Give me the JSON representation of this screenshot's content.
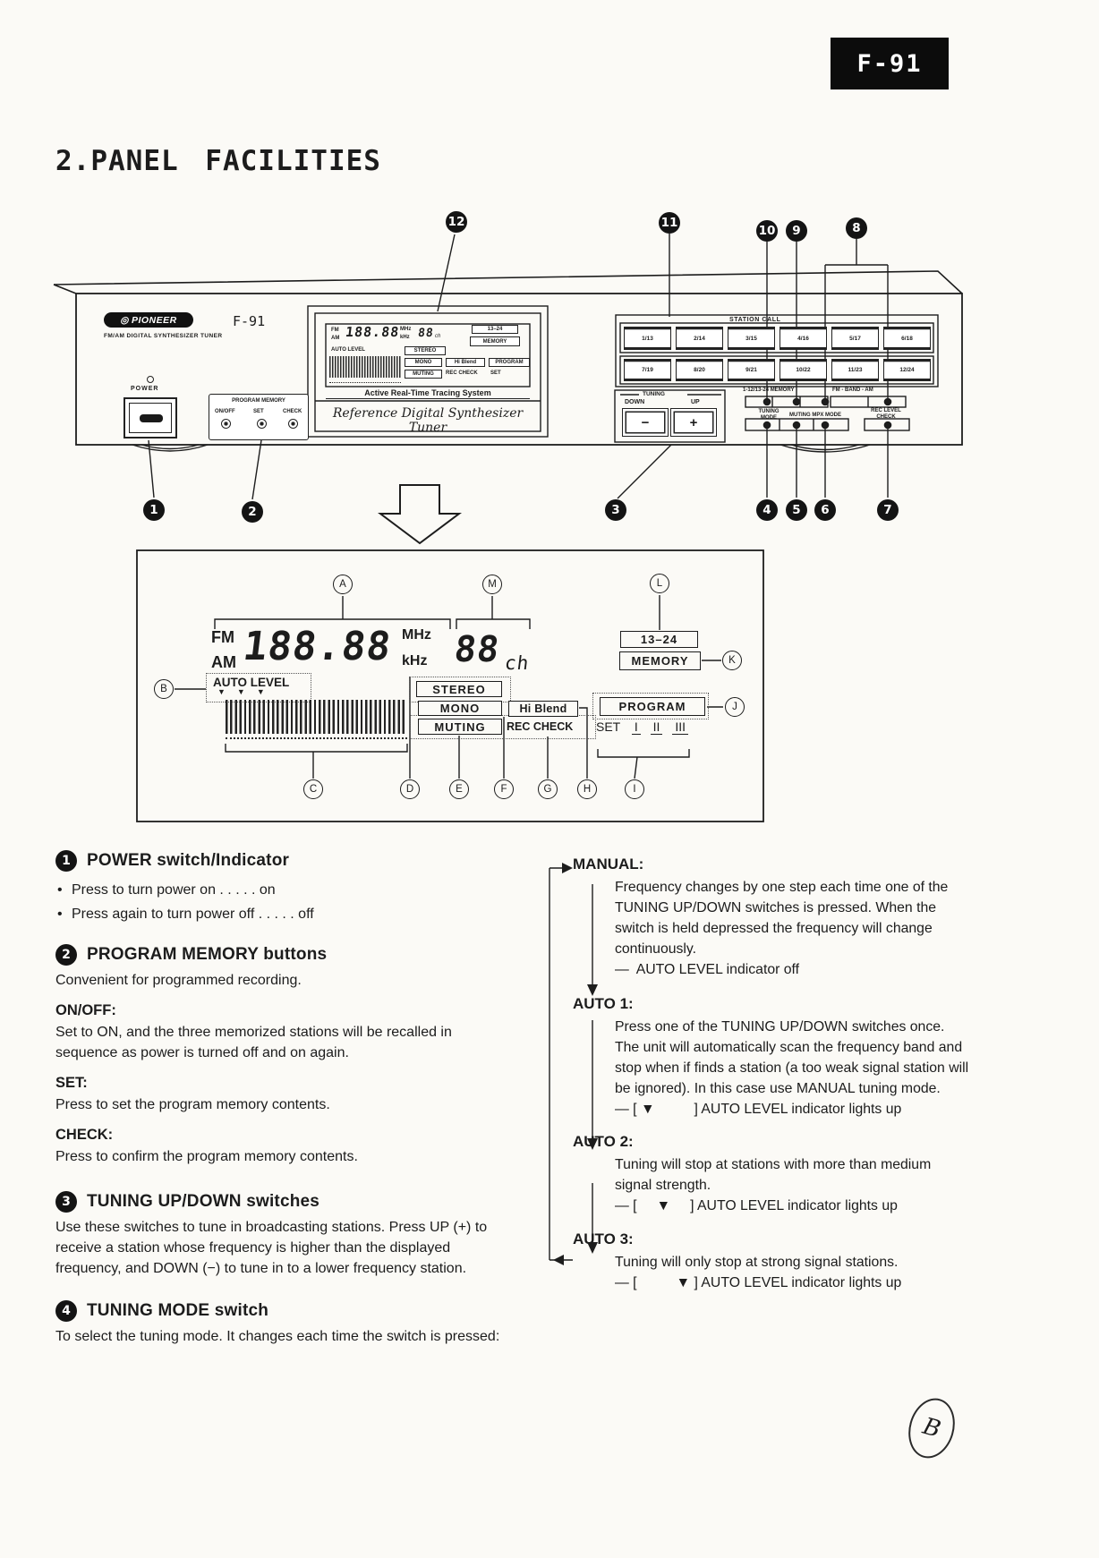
{
  "page": {
    "badge": "F-91",
    "title": "2.PANEL FACILITIES",
    "handwritten_mark": "B"
  },
  "icons": {
    "pioneer_mark": "◎"
  },
  "panel": {
    "brand": "PIONEER",
    "brand_sub": "FM/AM DIGITAL SYNTHESIZER TUNER",
    "model": "F-91",
    "power_label": "POWER",
    "program_memory": {
      "title": "PROGRAM MEMORY",
      "on_off": "ON/OFF",
      "set": "SET",
      "check": "CHECK"
    },
    "tagline": "Active Real-Time Tracing System",
    "script_logo": "Reference Digital Synthesizer Tuner",
    "station_call": {
      "title": "STATION CALL",
      "row1": [
        "1/13",
        "2/14",
        "3/15",
        "4/16",
        "5/17",
        "6/18"
      ],
      "row2": [
        "7/19",
        "8/20",
        "9/21",
        "10/22",
        "11/23",
        "12/24"
      ]
    },
    "tuning": {
      "title": "TUNING",
      "down": "DOWN",
      "up": "UP",
      "minus": "−",
      "plus": "+"
    },
    "memory_label": "1-12/13-24 MEMORY",
    "band_label": "FM - BAND - AM",
    "tuning_mode_label": "TUNING MODE",
    "muting_mpx_label": "MUTING MPX MODE",
    "rec_level_label": "REC LEVEL CHECK"
  },
  "callouts": {
    "top": [
      "12",
      "11",
      "10",
      "9",
      "8"
    ],
    "bottom": [
      "1",
      "2",
      "3",
      "4",
      "5",
      "6",
      "7"
    ],
    "letters": [
      "A",
      "B",
      "C",
      "D",
      "E",
      "F",
      "G",
      "H",
      "I",
      "J",
      "K",
      "L",
      "M"
    ]
  },
  "display": {
    "fm": "FM",
    "am": "AM",
    "freq_digits": "188.88",
    "mhz": "MHz",
    "khz": "kHz",
    "ch_digits": "88",
    "ch_unit": "ch",
    "range_box": "13–24",
    "memory_box": "MEMORY",
    "auto_level": "AUTO LEVEL",
    "level_arrows": "▼▼▼",
    "stereo": "STEREO",
    "mono": "MONO",
    "muting": "MUTING",
    "hi_blend": "Hi Blend",
    "rec_check": "REC CHECK",
    "program": "PROGRAM",
    "set_label": "SET",
    "set_marks": [
      "I",
      "II",
      "III"
    ]
  },
  "sections": [
    {
      "num": "1",
      "title": "POWER switch/Indicator",
      "bullets": [
        "Press to turn power on . . . . . on",
        "Press again to turn power off . . . . . off"
      ]
    },
    {
      "num": "2",
      "title": "PROGRAM MEMORY buttons",
      "intro": "Convenient for programmed recording.",
      "subs": [
        {
          "label": "ON/OFF:",
          "text": "Set to ON, and the three memorized stations will be recalled in sequence as power is turned off and on again."
        },
        {
          "label": "SET:",
          "text": "Press to set the program memory contents."
        },
        {
          "label": "CHECK:",
          "text": "Press to confirm the program memory contents."
        }
      ]
    },
    {
      "num": "3",
      "title": "TUNING UP/DOWN switches",
      "intro": "Use these switches to tune in broadcasting stations. Press UP (+) to receive a station whose frequency is higher than the displayed frequency, and DOWN (−) to tune in to a lower frequency station."
    },
    {
      "num": "4",
      "title": "TUNING MODE switch",
      "intro": "To select the tuning mode. It changes each time the switch is pressed:"
    }
  ],
  "tuning_modes": [
    {
      "label": "MANUAL:",
      "text": "Frequency changes by one step each time one of the TUNING UP/DOWN switches is pressed. When the switch is held depressed the frequency will change continuously.",
      "note": "—  AUTO LEVEL indicator off"
    },
    {
      "label": "AUTO 1:",
      "text": "Press one of the TUNING UP/DOWN switches once. The unit will automatically scan the frequency band and stop when if finds a station (a too weak signal station will be ignored). In this case use MANUAL tuning mode.",
      "note": "— [ ▼          ] AUTO LEVEL indicator lights up"
    },
    {
      "label": "AUTO 2:",
      "text": "Tuning will stop at stations with more than medium signal strength.",
      "note": "— [     ▼     ] AUTO LEVEL indicator lights up"
    },
    {
      "label": "AUTO 3:",
      "text": "Tuning will only stop at strong signal stations.",
      "note": "— [          ▼ ] AUTO LEVEL indicator lights up"
    }
  ]
}
